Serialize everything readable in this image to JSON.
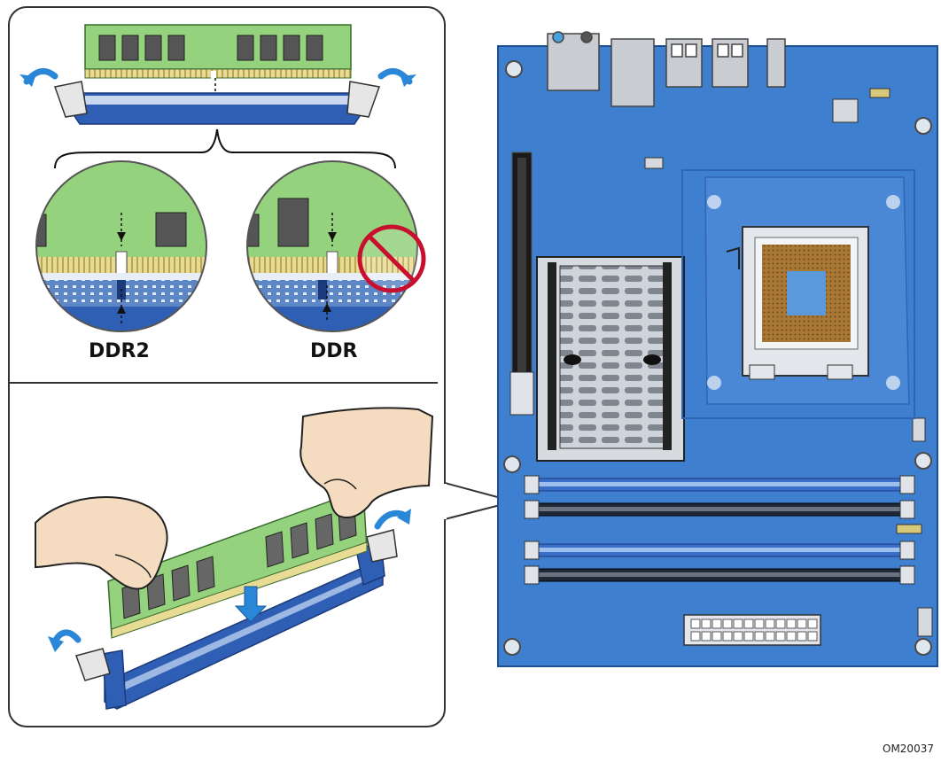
{
  "labels": {
    "ddr2": "DDR2",
    "ddr": "DDR",
    "figure_code": "OM20037"
  },
  "colors": {
    "board_blue": "#3f7fd0",
    "slot_blue": "#2f5fb5",
    "slot_black": "#1f2937",
    "pcb_green": "#8fce7a",
    "gold_pins": "#d8c97a",
    "arrow_blue": "#2a86d6",
    "prohibit_red": "#c8102e",
    "skin": "#f5dcc0"
  },
  "icons": {
    "prohibited": "prohibited-icon",
    "release_arrow": "curved-arrow-icon",
    "insert_arrow": "down-arrow-icon"
  }
}
